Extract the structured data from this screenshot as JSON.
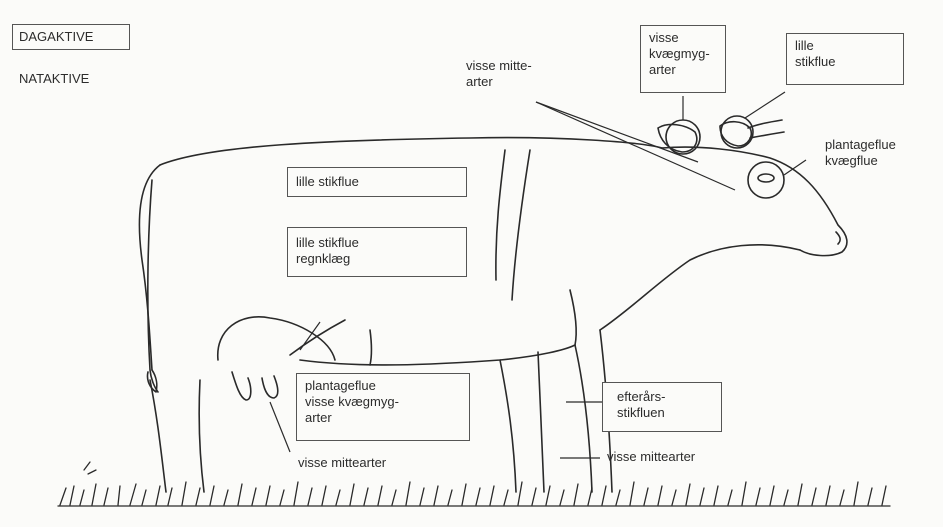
{
  "legend": {
    "day_active": "DAGAKTIVE",
    "night_active": "NATAKTIVE"
  },
  "labels": {
    "mites_top": "visse mitte-\narter",
    "cattle_gnats": "visse\nkvægmyg-\narter",
    "small_stable_fly_head": "lille\nstikflue",
    "plantation_fly": "plantageflue\nkvægflue",
    "small_stable_fly_back": "lille stikflue",
    "small_stable_fly_belly": "lille stikflue\nregnklæg",
    "plantation_udder": "plantageflue\nvisse kvægmyg-\narter",
    "autumn_stable_fly": "efterårs-\nstikfluen",
    "mites_legs_front": "visse mittearter",
    "mites_legs_back": "visse mittearter"
  }
}
